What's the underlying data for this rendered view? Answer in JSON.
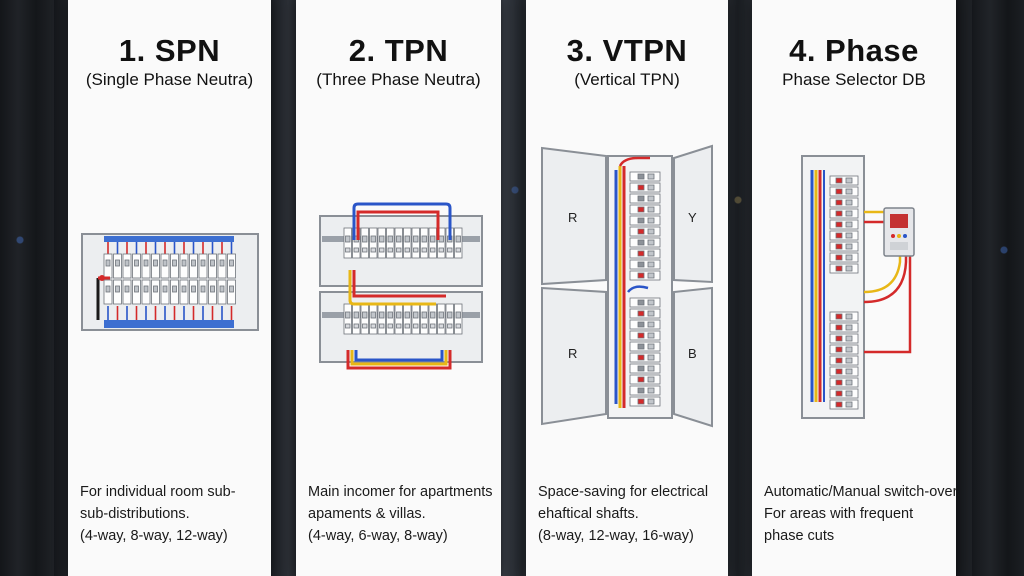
{
  "panels": [
    {
      "title": "1. SPN",
      "subtitle": "(Single Phase Neutra)",
      "desc": [
        "For individual room sub-",
        "sub-distributions.",
        "(4-way, 8-way, 12-way)"
      ]
    },
    {
      "title": "2. TPN",
      "subtitle": "(Three Phase Neutra)",
      "desc": [
        "Main incomer for apartments",
        "apaments & villas.",
        "(4-way, 6-way, 8-way)"
      ]
    },
    {
      "title": "3. VTPN",
      "subtitle": "(Vertical TPN)",
      "desc": [
        "Space-saving for electrical",
        "ehaftical shafts.",
        "(8-way, 12-way, 16-way)"
      ],
      "door_labels": [
        "R",
        "Y",
        "R",
        "B"
      ]
    },
    {
      "title": "4. Phase",
      "subtitle": "Phase Selector DB",
      "desc": [
        "Automatic/Manual switch-over.",
        "For areas with frequent",
        "phase cuts"
      ]
    }
  ],
  "colors": {
    "wire_red": "#d42a2a",
    "wire_yellow": "#e8b716",
    "wire_blue": "#2a55c8",
    "wire_black": "#1a1a1a",
    "busbar_blue": "#3d6fd1",
    "enclosure": "#e9eaec"
  }
}
